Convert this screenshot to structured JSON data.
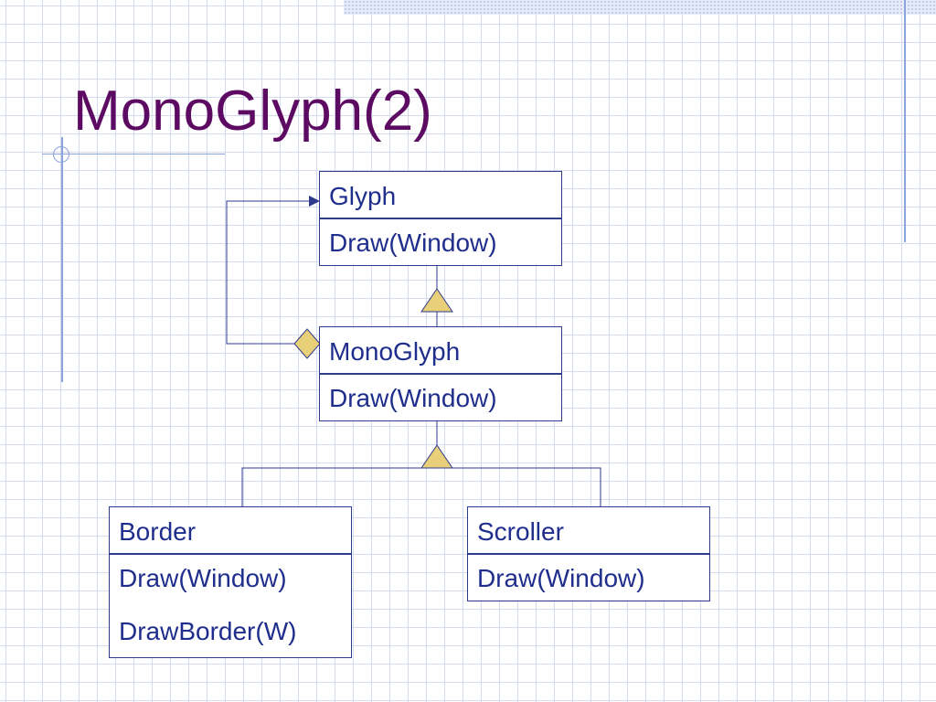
{
  "title": "MonoGlyph(2)",
  "classes": {
    "glyph": {
      "name": "Glyph",
      "methods": [
        "Draw(Window)"
      ]
    },
    "monoglyph": {
      "name": "MonoGlyph",
      "methods": [
        "Draw(Window)"
      ]
    },
    "border": {
      "name": "Border",
      "methods": [
        "Draw(Window)",
        "DrawBorder(W)"
      ]
    },
    "scroller": {
      "name": "Scroller",
      "methods": [
        "Draw(Window)"
      ]
    }
  },
  "relations": [
    {
      "type": "inheritance",
      "from": "MonoGlyph",
      "to": "Glyph"
    },
    {
      "type": "inheritance",
      "from": "Border",
      "to": "MonoGlyph"
    },
    {
      "type": "inheritance",
      "from": "Scroller",
      "to": "MonoGlyph"
    },
    {
      "type": "aggregation",
      "from": "MonoGlyph",
      "to": "Glyph"
    }
  ],
  "colors": {
    "title": "#5c0a62",
    "text": "#1f2e8c",
    "lines": "#2e3a8c",
    "triangle_fill": "#e8cf7a",
    "diamond_fill": "#e8cf7a",
    "grid": "#d4daf0"
  }
}
